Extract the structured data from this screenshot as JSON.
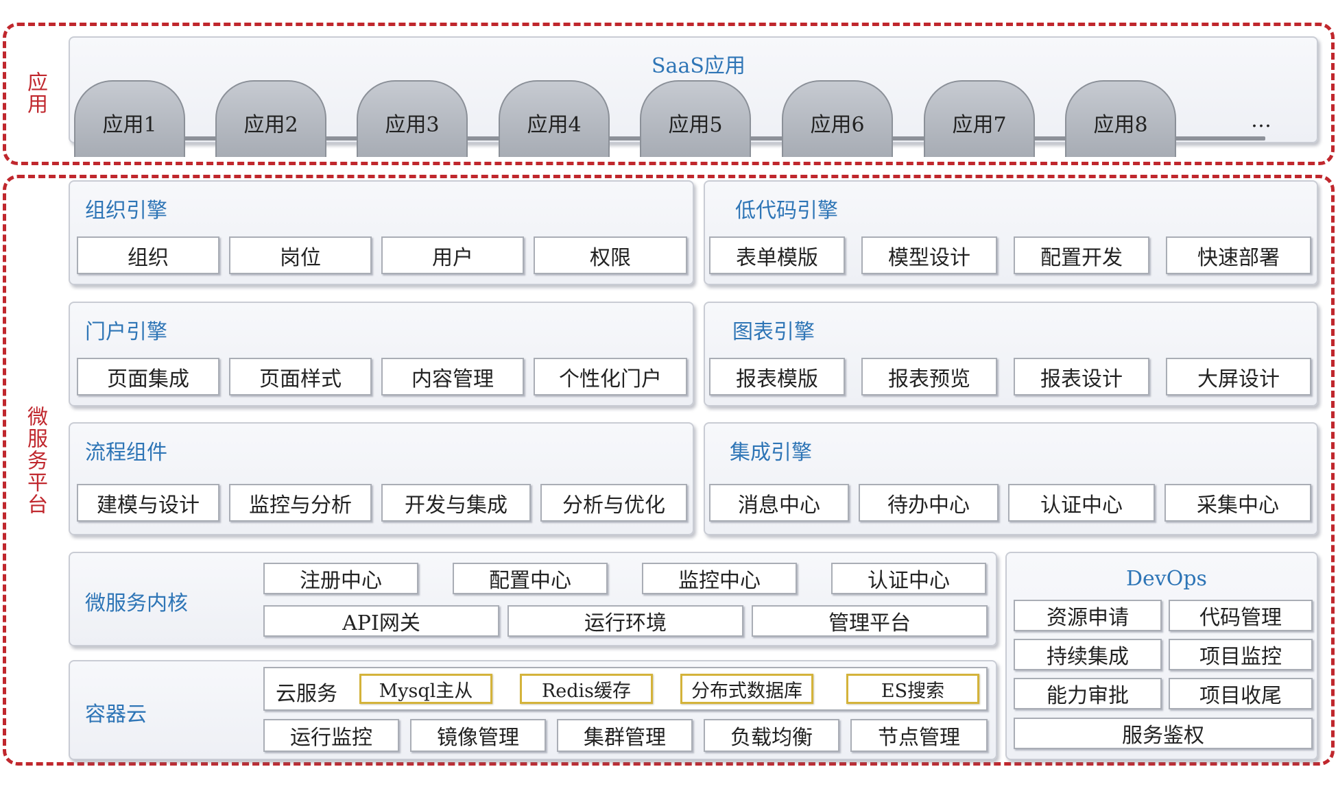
{
  "layers": {
    "app": "应用",
    "platform": "微服务平台"
  },
  "saas": {
    "title": "SaaS应用",
    "apps": [
      "应用1",
      "应用2",
      "应用3",
      "应用4",
      "应用5",
      "应用6",
      "应用7",
      "应用8"
    ],
    "more": "…"
  },
  "org_engine": {
    "title": "组织引擎",
    "items": [
      "组织",
      "岗位",
      "用户",
      "权限"
    ]
  },
  "lowcode_engine": {
    "title": "低代码引擎",
    "items": [
      "表单模版",
      "模型设计",
      "配置开发",
      "快速部署"
    ]
  },
  "portal_engine": {
    "title": "门户引擎",
    "items": [
      "页面集成",
      "页面样式",
      "内容管理",
      "个性化门户"
    ]
  },
  "chart_engine": {
    "title": "图表引擎",
    "items": [
      "报表模版",
      "报表预览",
      "报表设计",
      "大屏设计"
    ]
  },
  "workflow": {
    "title": "流程组件",
    "items": [
      "建模与设计",
      "监控与分析",
      "开发与集成",
      "分析与优化"
    ]
  },
  "integration_engine": {
    "title": "集成引擎",
    "items": [
      "消息中心",
      "待办中心",
      "认证中心",
      "采集中心"
    ]
  },
  "microkernel": {
    "title": "微服务内核",
    "row1": [
      "注册中心",
      "配置中心",
      "监控中心",
      "认证中心"
    ],
    "row2": [
      "API网关",
      "运行环境",
      "管理平台"
    ]
  },
  "container_cloud": {
    "title": "容器云",
    "cloud_label": "云服务",
    "cloud_items": [
      "Mysql主从",
      "Redis缓存",
      "分布式数据库",
      "ES搜索"
    ],
    "row2": [
      "运行监控",
      "镜像管理",
      "集群管理",
      "负载均衡",
      "节点管理"
    ]
  },
  "devops": {
    "title": "DevOps",
    "items": [
      "资源申请",
      "代码管理",
      "持续集成",
      "项目监控",
      "能力审批",
      "项目收尾"
    ],
    "bottom": "服务鉴权"
  },
  "colors": {
    "dashed_border": "#c0272d",
    "title_blue": "#2e75b6",
    "gold_border": "#d4b33a"
  }
}
